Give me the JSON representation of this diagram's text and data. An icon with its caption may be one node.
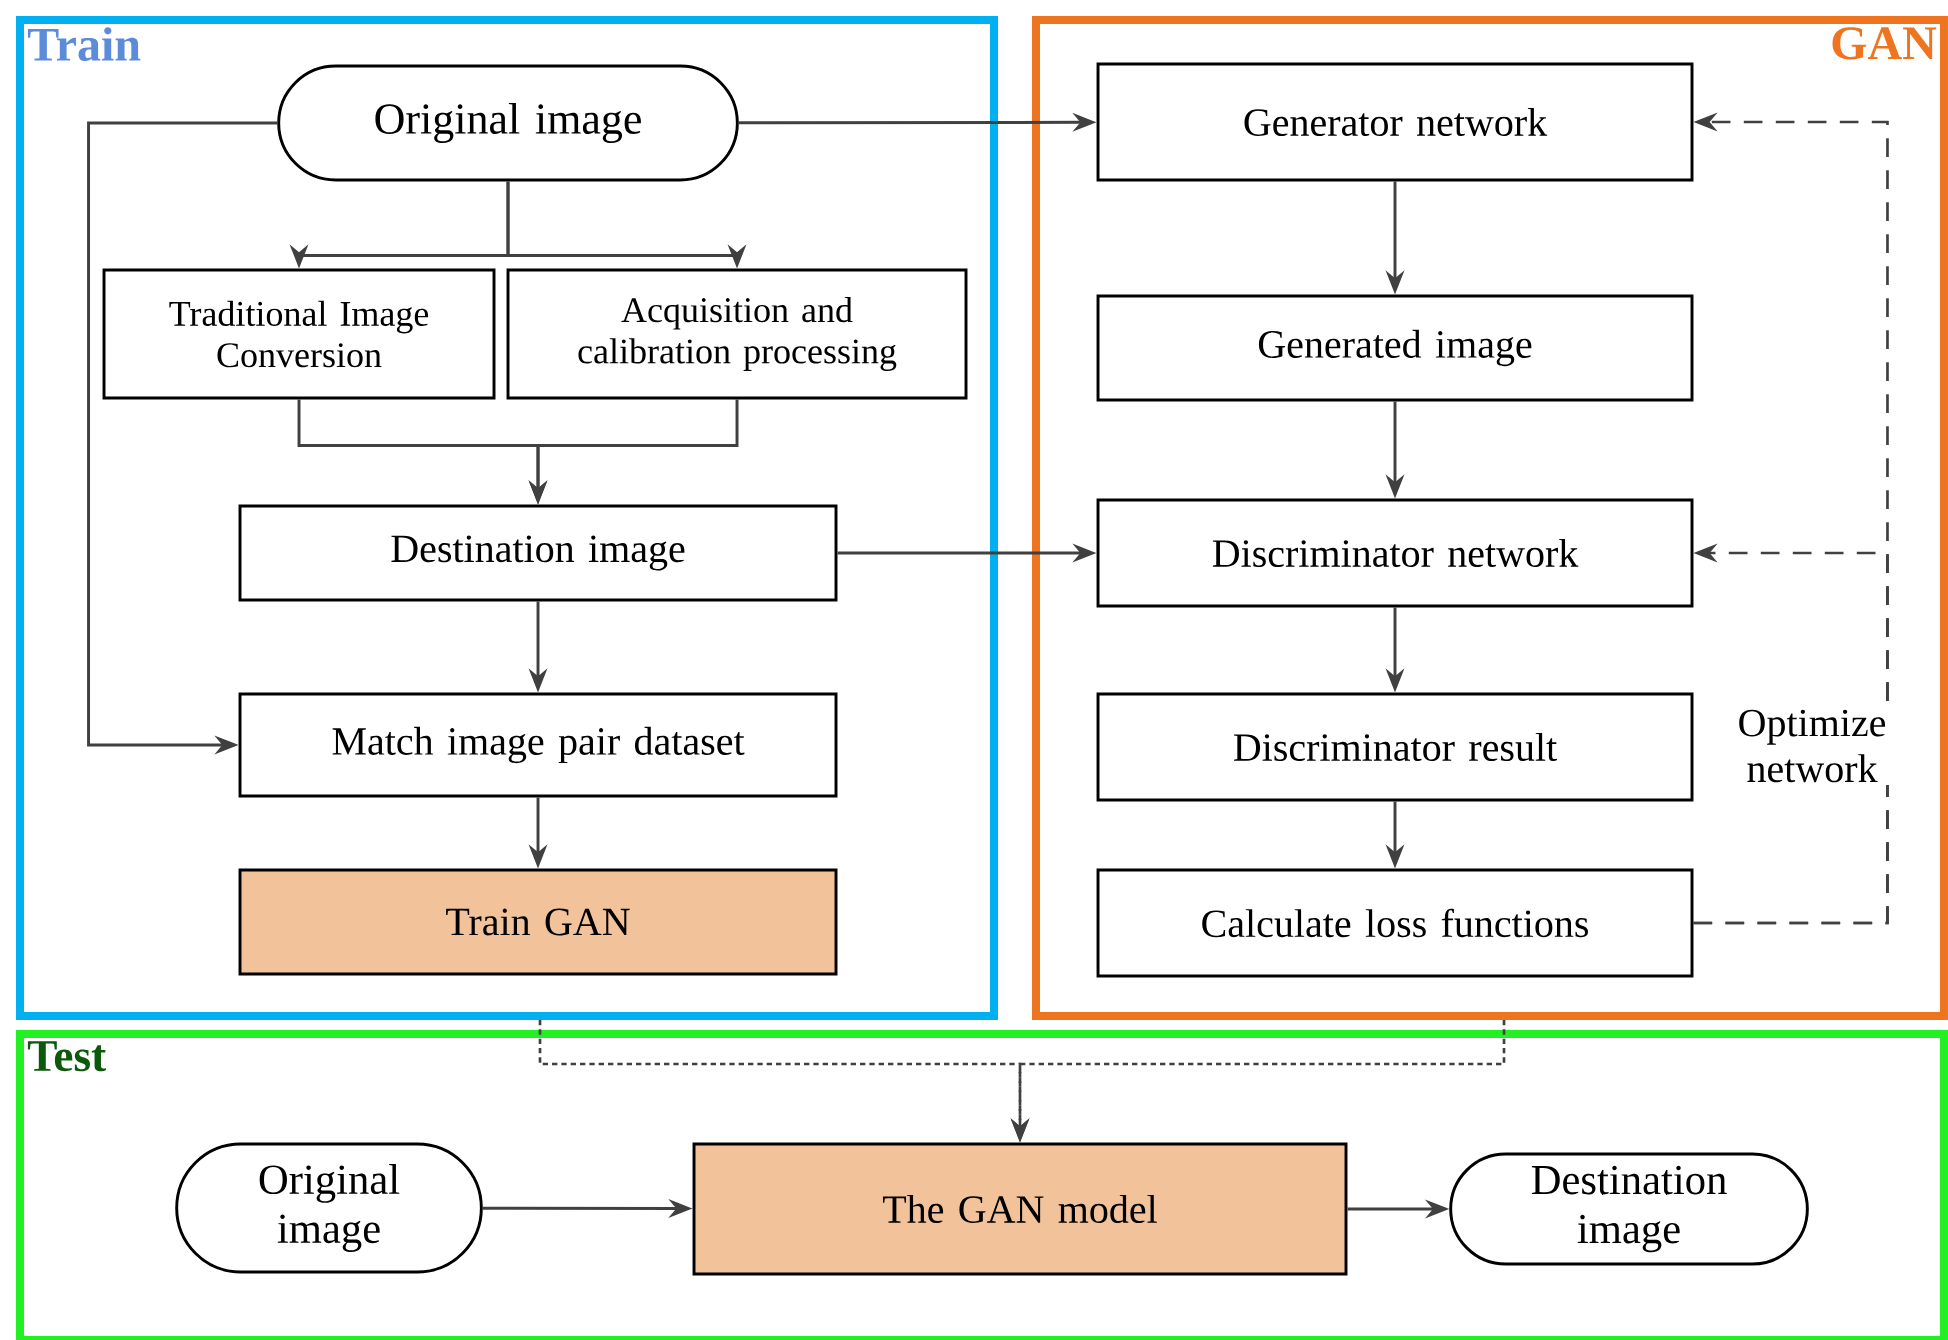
{
  "diagram": {
    "nodes": [
      {
        "text": [
          "Train"
        ]
      },
      {
        "text": [
          "Original image"
        ],
        "in": 0
      },
      {
        "text": [
          "Traditional Image Conversion"
        ],
        "in": 0
      },
      {
        "text": [
          "Acquisition and calibration processing"
        ],
        "in": 0
      },
      {
        "text": [
          "Destination image"
        ],
        "in": 0
      },
      {
        "text": [
          "Match image pair dataset"
        ],
        "in": 0
      },
      {
        "text": [
          "Train GAN"
        ],
        "in": 0
      },
      {
        "text": [
          "GAN"
        ]
      },
      {
        "text": [
          "Generator network"
        ],
        "in": 7
      },
      {
        "text": [
          "Generated image"
        ],
        "in": 7
      },
      {
        "text": [
          "Discriminator network"
        ],
        "in": 7
      },
      {
        "text": [
          "Discriminator result"
        ],
        "in": 7
      },
      {
        "text": [
          "Calculate loss functions"
        ],
        "in": 7
      },
      {
        "text": [
          "Test"
        ]
      },
      {
        "text": [
          "Original image"
        ],
        "in": 13
      },
      {
        "text": [
          "The GAN model"
        ],
        "in": 13
      },
      {
        "text": [
          "Destination image"
        ],
        "in": 13
      }
    ],
    "edges": [
      {
        "from": 1,
        "to": 2,
        "arrow": "to"
      },
      {
        "from": 1,
        "to": 3,
        "arrow": "to"
      },
      {
        "from": 2,
        "to": 4,
        "arrow": "to"
      },
      {
        "from": 3,
        "to": 4,
        "arrow": "to"
      },
      {
        "from": 1,
        "to": 5,
        "arrow": "to"
      },
      {
        "from": 4,
        "to": 5,
        "arrow": "to"
      },
      {
        "from": 5,
        "to": 6,
        "arrow": "to"
      },
      {
        "from": 1,
        "to": 8,
        "arrow": "to"
      },
      {
        "from": 4,
        "to": 10,
        "arrow": "to"
      },
      {
        "from": 8,
        "to": 9,
        "arrow": "to"
      },
      {
        "from": 9,
        "to": 10,
        "arrow": "to"
      },
      {
        "from": 10,
        "to": 11,
        "arrow": "to"
      },
      {
        "from": 11,
        "to": 12,
        "arrow": "to"
      },
      {
        "from": 12,
        "to": 8,
        "arrow": "to",
        "style": "dashed"
      },
      {
        "from": 12,
        "to": 10,
        "arrow": "to",
        "style": "dashed"
      },
      {
        "from": 0,
        "to": 15,
        "arrow": "to",
        "style": "dashed"
      },
      {
        "from": 7,
        "to": 15,
        "arrow": "to",
        "style": "dashed"
      },
      {
        "from": 14,
        "to": 15,
        "arrow": "to"
      },
      {
        "from": 15,
        "to": 16,
        "arrow": "to"
      }
    ],
    "labels": [
      "Optimize network"
    ]
  }
}
